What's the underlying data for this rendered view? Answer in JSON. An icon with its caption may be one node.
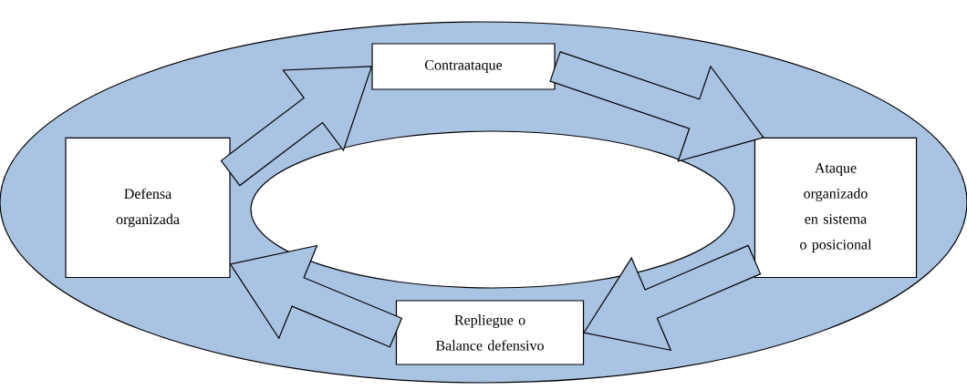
{
  "diagram": {
    "nodes": [
      {
        "text": [
          "Defensa organizada"
        ]
      },
      {
        "text": [
          "Contraataque"
        ]
      },
      {
        "text": [
          "Ataque organizado en sistema o posicional"
        ]
      },
      {
        "text": [
          "Repliegue o Balance defensivo"
        ]
      }
    ],
    "edges": [
      {
        "from": 0,
        "to": 1,
        "arrow": "to"
      },
      {
        "from": 1,
        "to": 2,
        "arrow": "to"
      },
      {
        "from": 2,
        "to": 3,
        "arrow": "to"
      },
      {
        "from": 3,
        "to": 0,
        "arrow": "to"
      }
    ]
  }
}
